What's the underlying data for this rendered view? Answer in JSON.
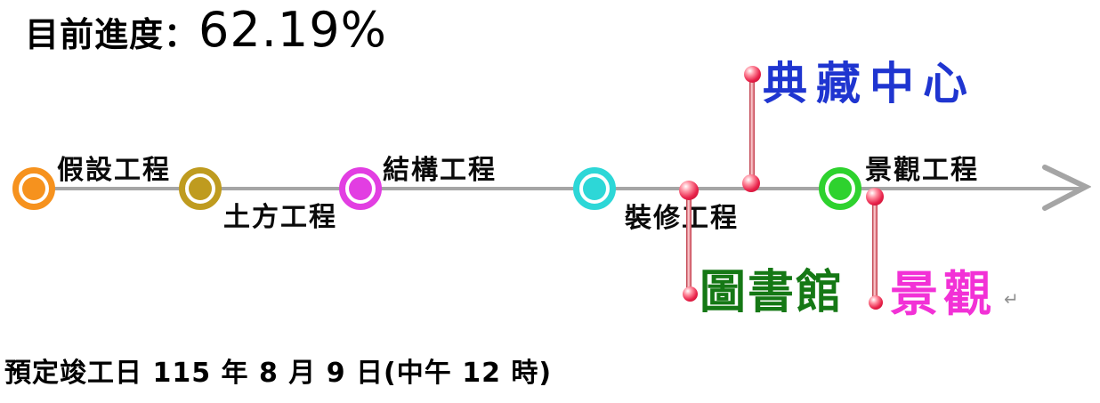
{
  "header": {
    "progress_label": "目前進度：",
    "progress_value": "62.19%"
  },
  "timeline": {
    "line_color": "#a5a5a5",
    "milestones": [
      {
        "label": "假設工程",
        "color": "#f6921e",
        "label_position": "above"
      },
      {
        "label": "土方工程",
        "color": "#bf9b1f",
        "label_position": "below"
      },
      {
        "label": "結構工程",
        "color": "#e23ee2",
        "label_position": "above"
      },
      {
        "label": "裝修工程",
        "color": "#2dd7d7",
        "label_position": "below"
      },
      {
        "label": "景觀工程",
        "color": "#2ed22e",
        "label_position": "above"
      }
    ],
    "pins": [
      {
        "label": "典藏中心",
        "text_color": "#1f35d0",
        "direction": "up",
        "pin_color": "#e8224a"
      },
      {
        "label": "圖書館",
        "text_color": "#157815",
        "direction": "down",
        "pin_color": "#e8224a"
      },
      {
        "label": "景觀",
        "text_color": "#f231d6",
        "direction": "down",
        "pin_color": "#e8224a"
      }
    ]
  },
  "footer": {
    "completion_text": "預定竣工日 115 年 8 月 9 日(中午 12 時)"
  },
  "marks": {
    "line_break_mark": "↵"
  }
}
